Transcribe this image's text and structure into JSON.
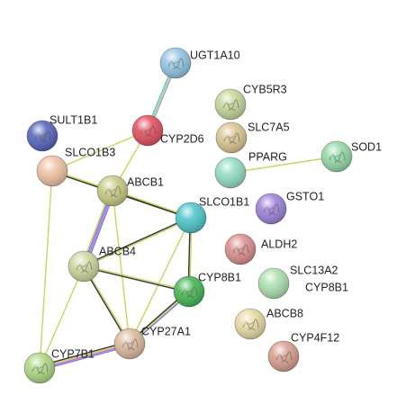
{
  "network": {
    "nodes": [
      {
        "id": "UGT1A10",
        "label": "UGT1A10",
        "color": "#8fc3e3",
        "structure": true
      },
      {
        "id": "CYB5R3",
        "label": "CYB5R3",
        "color": "#c4d495",
        "structure": true
      },
      {
        "id": "SLC7A5",
        "label": "SLC7A5",
        "color": "#d9c28d",
        "structure": true
      },
      {
        "id": "SULT1B1",
        "label": "SULT1B1",
        "color": "#4f5fb8",
        "structure": true
      },
      {
        "id": "CYP2D6",
        "label": "CYP2D6",
        "color": "#e04a5a",
        "structure": true
      },
      {
        "id": "PPARG",
        "label": "PPARG",
        "color": "#8fdcc0",
        "structure": false
      },
      {
        "id": "SOD1",
        "label": "SOD1",
        "color": "#8fd7a6",
        "structure": true
      },
      {
        "id": "SLCO1B3",
        "label": "SLCO1B3",
        "color": "#eec0a0",
        "structure": false
      },
      {
        "id": "ABCB1",
        "label": "ABCB1",
        "color": "#c6c87f",
        "structure": true
      },
      {
        "id": "SLCO1B1",
        "label": "SLCO1B1",
        "color": "#49c2c8",
        "structure": false
      },
      {
        "id": "GSTO1",
        "label": "GSTO1",
        "color": "#9a7ed8",
        "structure": true
      },
      {
        "id": "ALDH2",
        "label": "ALDH2",
        "color": "#d98a8a",
        "structure": true
      },
      {
        "id": "ABCB4",
        "label": "ABCB4",
        "color": "#cbd49a",
        "structure": true
      },
      {
        "id": "SLC13A2",
        "label": "SLC13A2",
        "color": "#a9dfac",
        "structure": false
      },
      {
        "id": "CYP8B1",
        "label": "CYP8B1",
        "color": "#3fb34f",
        "structure": true
      },
      {
        "id": "CYP8B1_b",
        "label": "CYP8B1",
        "color": "#a9dfac",
        "structure": false
      },
      {
        "id": "ABCB8",
        "label": "ABCB8",
        "color": "#e4d9a1",
        "structure": true
      },
      {
        "id": "CYP27A1",
        "label": "CYP27A1",
        "color": "#d9b89b",
        "structure": true
      },
      {
        "id": "CYP4F12",
        "label": "CYP4F12",
        "color": "#d59b88",
        "structure": true
      },
      {
        "id": "CYP7B1",
        "label": "CYP7B1",
        "color": "#a9d67e",
        "structure": true
      }
    ],
    "edges": [
      {
        "source": "UGT1A10",
        "target": "CYP2D6",
        "colors": [
          "#9aa0e0",
          "#b6d46a",
          "#62c7d6"
        ]
      },
      {
        "source": "PPARG",
        "target": "SOD1",
        "colors": [
          "#c9d65a"
        ]
      },
      {
        "source": "SLCO1B3",
        "target": "CYP2D6",
        "colors": [
          "#c9d65a"
        ]
      },
      {
        "source": "SLCO1B3",
        "target": "ABCB1",
        "colors": [
          "#c9d65a"
        ]
      },
      {
        "source": "SLCO1B3",
        "target": "SLCO1B1",
        "colors": [
          "#c9d65a",
          "#333333"
        ]
      },
      {
        "source": "SLCO1B3",
        "target": "CYP7B1",
        "colors": [
          "#c9d65a"
        ]
      },
      {
        "source": "CYP2D6",
        "target": "ABCB1",
        "colors": [
          "#c9d65a"
        ]
      },
      {
        "source": "ABCB1",
        "target": "SLCO1B1",
        "colors": [
          "#c9d65a",
          "#333333"
        ]
      },
      {
        "source": "ABCB1",
        "target": "ABCB4",
        "colors": [
          "#6e7be6",
          "#d26bc8",
          "#6e7be6",
          "#c9d65a"
        ]
      },
      {
        "source": "ABCB1",
        "target": "CYP27A1",
        "colors": [
          "#c9d65a"
        ]
      },
      {
        "source": "SLCO1B1",
        "target": "ABCB4",
        "colors": [
          "#c9d65a",
          "#333333"
        ]
      },
      {
        "source": "SLCO1B1",
        "target": "CYP8B1",
        "colors": [
          "#c9d65a",
          "#333333"
        ]
      },
      {
        "source": "SLCO1B1",
        "target": "CYP27A1",
        "colors": [
          "#c9d65a"
        ]
      },
      {
        "source": "ABCB4",
        "target": "CYP8B1",
        "colors": [
          "#c9d65a",
          "#333333"
        ]
      },
      {
        "source": "ABCB4",
        "target": "CYP27A1",
        "colors": [
          "#c9d65a",
          "#333333"
        ]
      },
      {
        "source": "ABCB4",
        "target": "CYP7B1",
        "colors": [
          "#c9d65a"
        ]
      },
      {
        "source": "CYP8B1",
        "target": "CYP27A1",
        "colors": [
          "#6e7be6",
          "#c9d65a",
          "#333333"
        ]
      },
      {
        "source": "CYP27A1",
        "target": "CYP7B1",
        "colors": [
          "#6e7be6",
          "#d26bc8",
          "#c9d65a",
          "#333333"
        ]
      }
    ]
  }
}
